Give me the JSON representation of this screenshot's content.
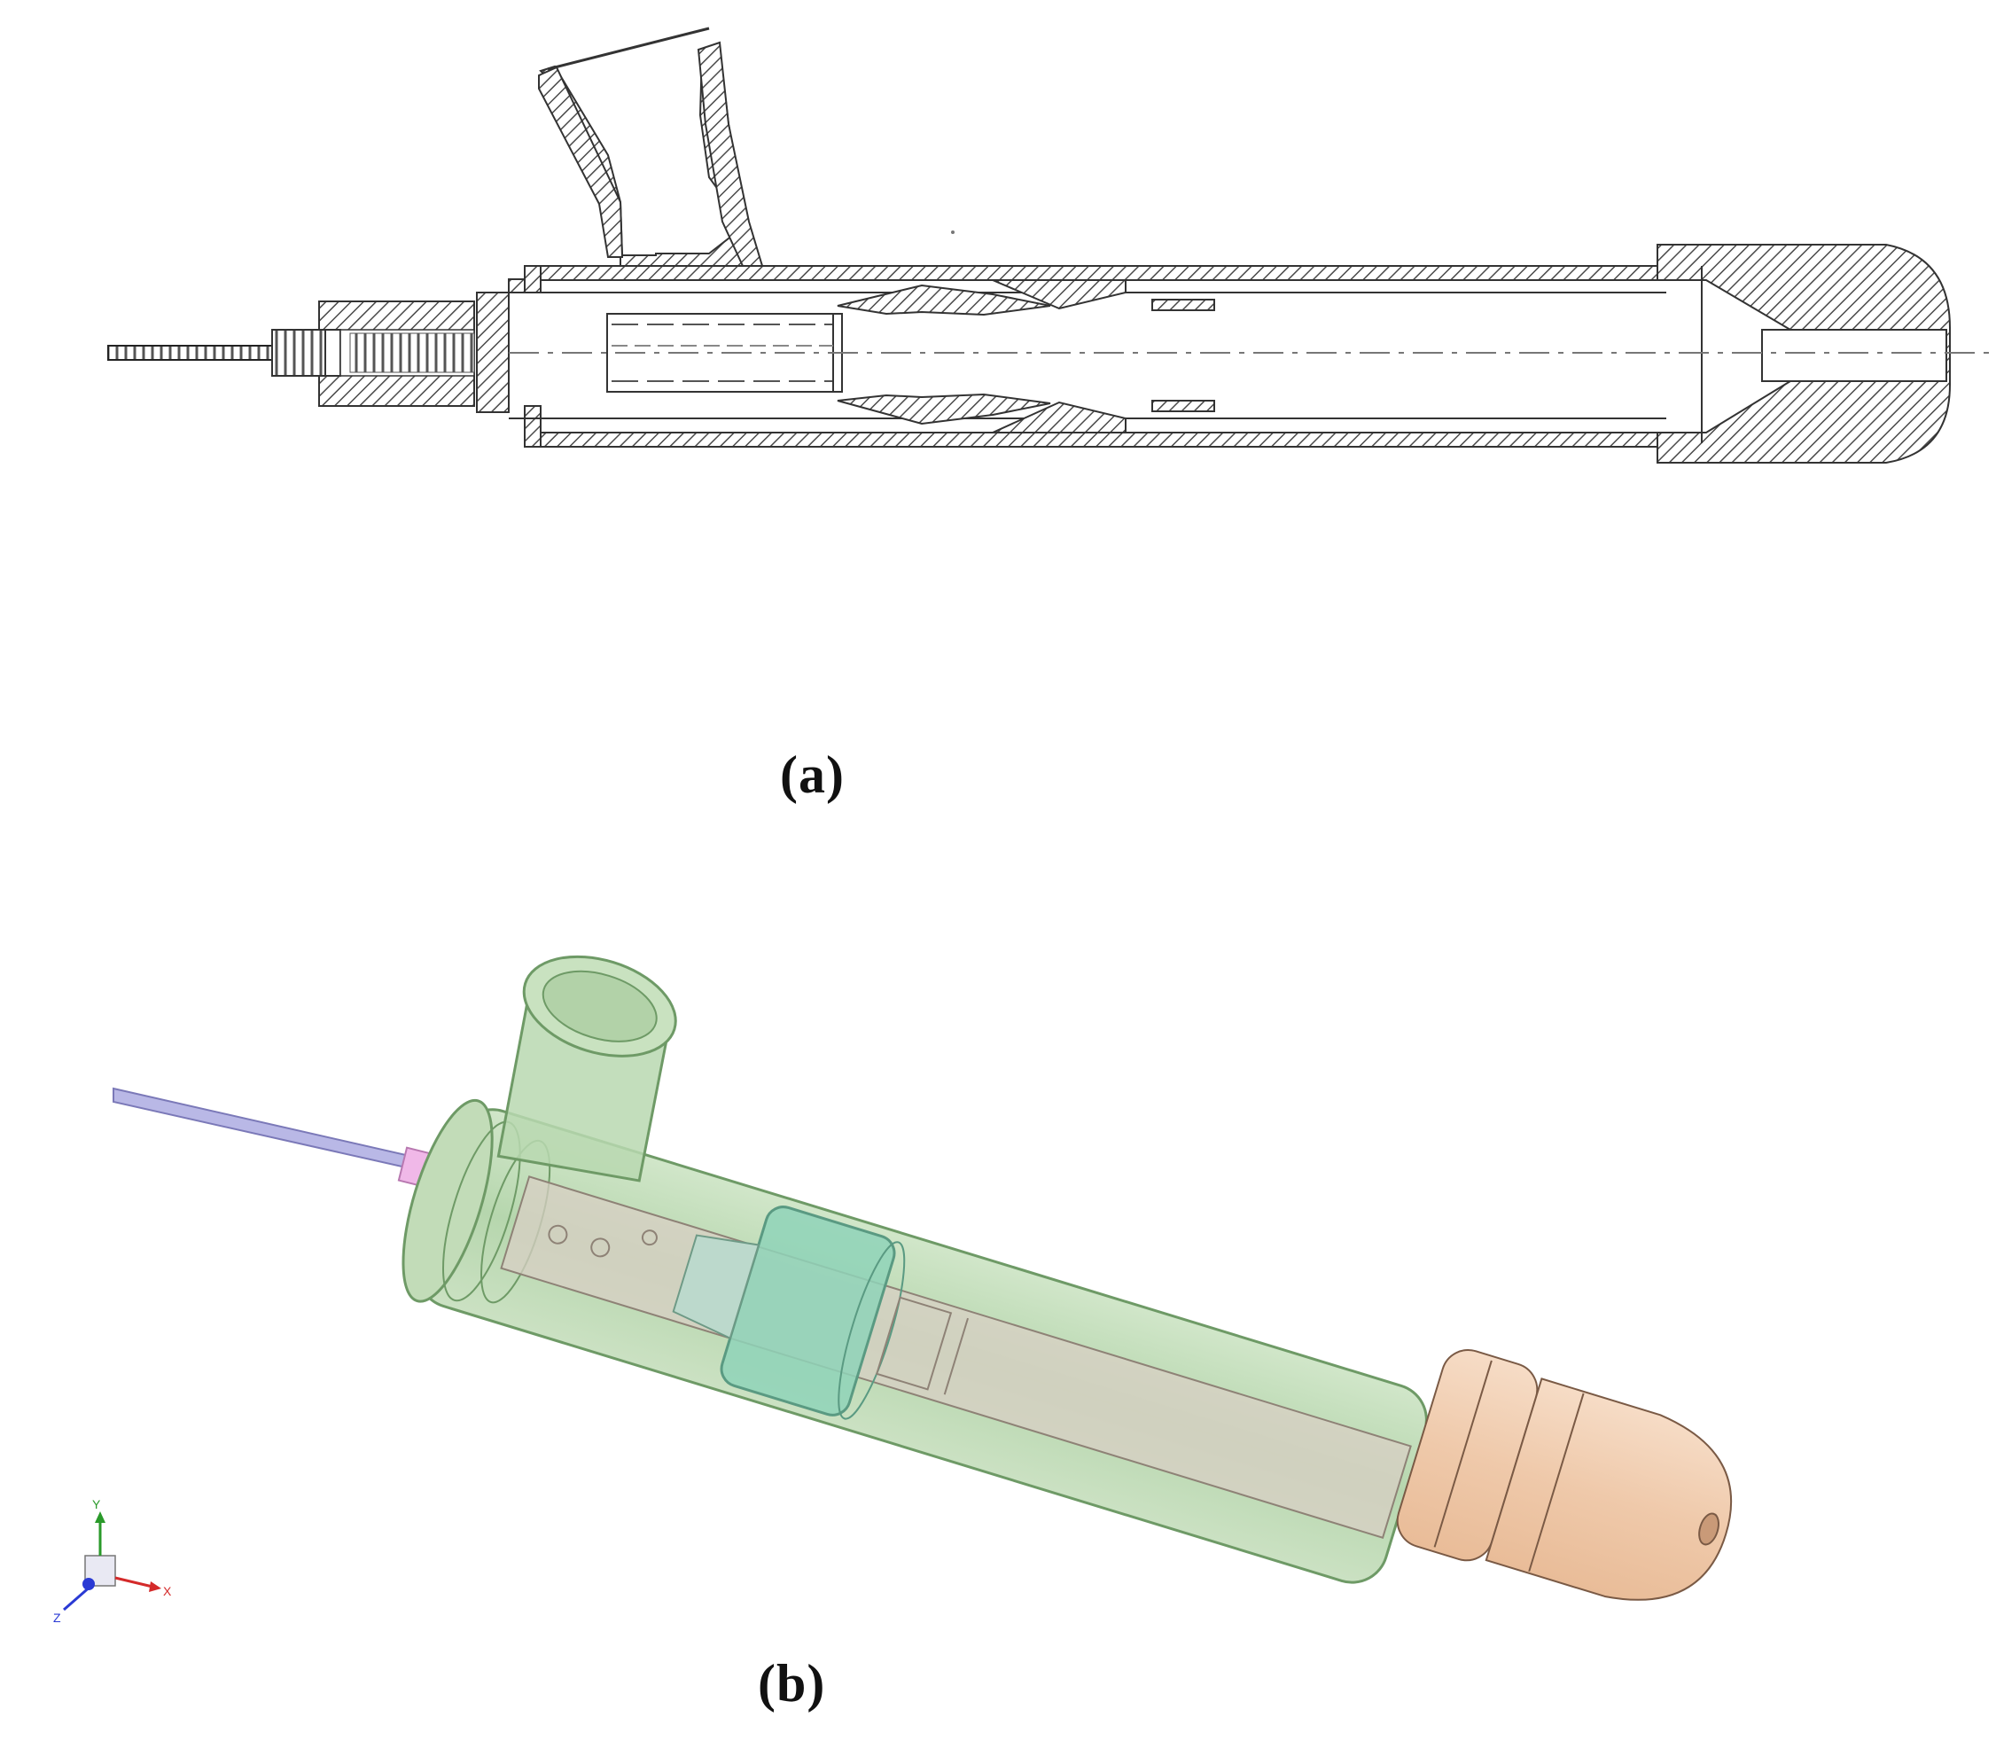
{
  "panels": {
    "a": {
      "caption": "(a)"
    },
    "b": {
      "caption": "(b)"
    }
  },
  "axis_triad": {
    "x": "X",
    "y": "Y",
    "z": "Z"
  },
  "colors": {
    "line": "#333333",
    "hatch_stroke": "#4a4a4a",
    "housing_green": "#b9d8b0",
    "housing_green_edge": "#6e9a66",
    "sleeve_teal": "#8fd4b8",
    "inner_tube": "#d8cfc4",
    "nozzle_tan": "#f1cdb0",
    "nozzle_edge": "#7a5a45",
    "wire_lavender": "#b9b8e6",
    "connector_pink": "#f0b8e8",
    "axis_y": "#2a9a2a",
    "axis_x": "#d42a2a",
    "axis_z": "#2a3ad4"
  }
}
